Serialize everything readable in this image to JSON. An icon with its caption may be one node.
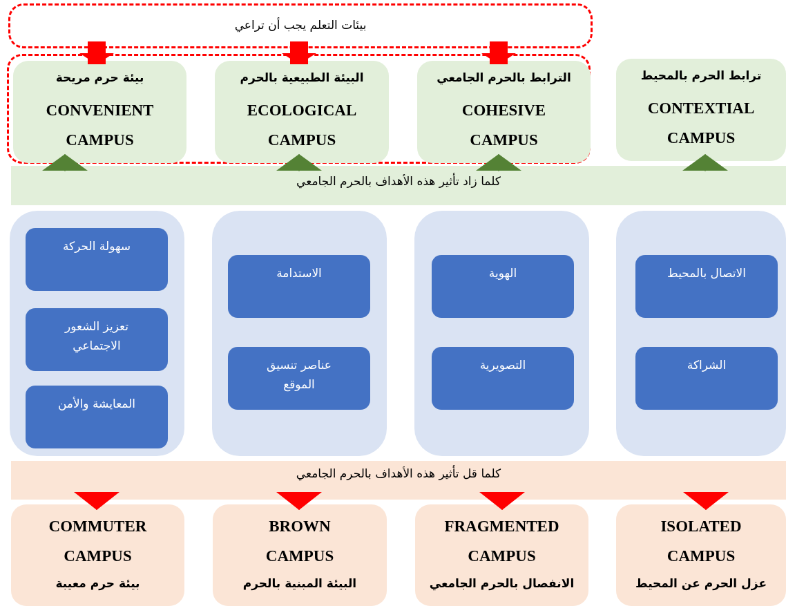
{
  "diagram": {
    "nodes": [
      {
        "text": [
          "بيئات التعلم يجب أن تراعي"
        ]
      },
      {
        "text": [],
        "shape": "box"
      },
      {
        "text": [
          "بيئة حرم مريحة",
          "CONVENIENT CAMPUS"
        ],
        "in": 1
      },
      {
        "text": [
          "البيئة الطبيعية بالحرم",
          "ECOLOGICAL CAMPUS"
        ],
        "in": 1
      },
      {
        "text": [
          "الترابط بالحرم الجامعي",
          "COHESIVE CAMPUS"
        ],
        "in": 1
      },
      {
        "text": [
          "ترابط الحرم بالمحيط",
          "CONTEXTIAL CAMPUS"
        ]
      },
      {
        "text": [
          "كلما زاد تأثير هذه الأهداف بالحرم الجامعي"
        ]
      },
      {
        "text": [],
        "shape": "box"
      },
      {
        "text": [],
        "shape": "box"
      },
      {
        "text": [],
        "shape": "box"
      },
      {
        "text": [],
        "shape": "box"
      },
      {
        "text": [
          "سهولة الحركة"
        ],
        "in": 7
      },
      {
        "text": [
          "تعزيز الشعور الاجتماعي"
        ],
        "in": 7
      },
      {
        "text": [
          "المعايشة والأمن"
        ],
        "in": 7
      },
      {
        "text": [
          "الاستدامة"
        ],
        "in": 8
      },
      {
        "text": [
          "عناصر تنسيق الموقع"
        ],
        "in": 8
      },
      {
        "text": [
          "الهوية"
        ],
        "in": 9
      },
      {
        "text": [
          "التصويرية"
        ],
        "in": 9
      },
      {
        "text": [
          "الاتصال بالمحيط"
        ],
        "in": 10
      },
      {
        "text": [
          "الشراكة"
        ],
        "in": 10
      },
      {
        "text": [
          "كلما قل تأثير هذه الأهداف بالحرم الجامعي"
        ]
      },
      {
        "text": [
          "COMMUTER CAMPUS",
          "بيئة حرم معيبة"
        ]
      },
      {
        "text": [
          "BROWN CAMPUS",
          "البيئة المبنية بالحرم"
        ]
      },
      {
        "text": [
          "FRAGMENTED CAMPUS",
          "الانفصال بالحرم الجامعي"
        ]
      },
      {
        "text": [
          "ISOLATED CAMPUS",
          "عزل الحرم عن المحيط"
        ]
      }
    ],
    "edges": [
      {
        "from": 0,
        "to": 2,
        "arrow": "to",
        "style": "thick"
      },
      {
        "from": 0,
        "to": 3,
        "arrow": "to",
        "style": "thick"
      },
      {
        "from": 0,
        "to": 4,
        "arrow": "to",
        "style": "thick"
      },
      {
        "from": 6,
        "to": 2,
        "arrow": "to",
        "color": "#548235"
      },
      {
        "from": 6,
        "to": 3,
        "arrow": "to",
        "color": "#548235"
      },
      {
        "from": 6,
        "to": 4,
        "arrow": "to",
        "color": "#548235"
      },
      {
        "from": 6,
        "to": 5,
        "arrow": "to",
        "color": "#548235"
      },
      {
        "from": 20,
        "to": 21,
        "arrow": "to"
      },
      {
        "from": 20,
        "to": 22,
        "arrow": "to"
      },
      {
        "from": 20,
        "to": 23,
        "arrow": "to"
      },
      {
        "from": 20,
        "to": 24,
        "arrow": "to"
      }
    ]
  }
}
